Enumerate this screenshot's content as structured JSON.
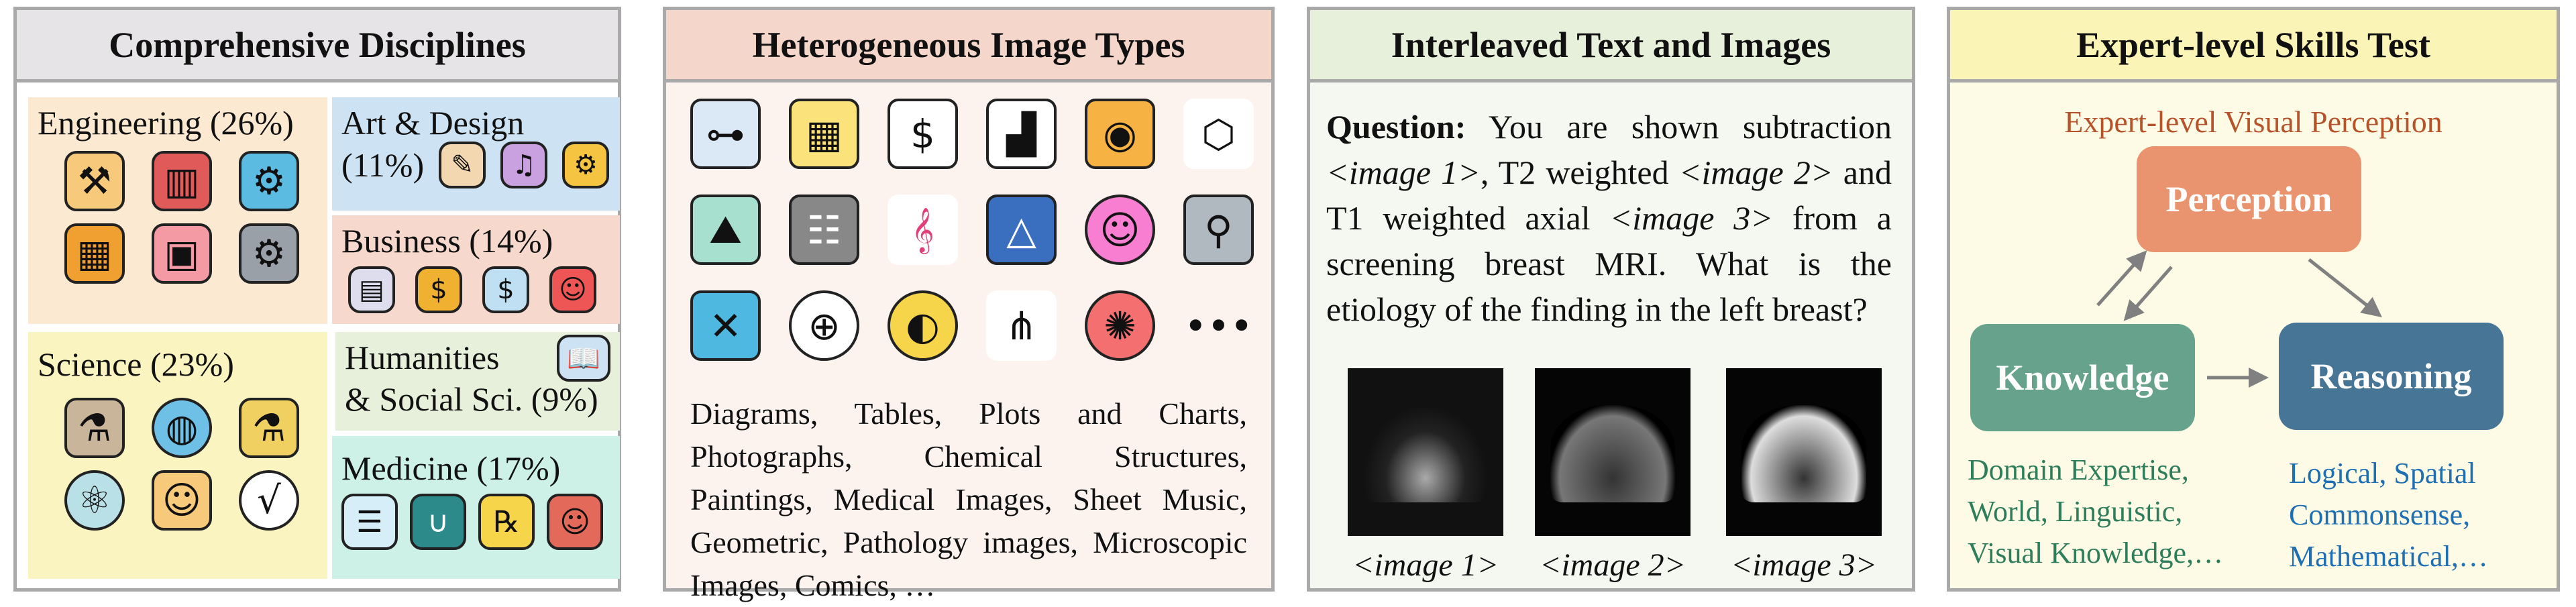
{
  "panels": {
    "disciplines": {
      "title": "Comprehensive Disciplines",
      "regions": {
        "engineering": {
          "label": "Engineering (26%)",
          "icons": [
            "farmer-icon",
            "factory-icon",
            "computer-gear-icon",
            "city-engineer-icon",
            "chip-icon",
            "gears-icon"
          ]
        },
        "art": {
          "label": "Art & Design",
          "pct": "(11%)",
          "icons": [
            "palette-icon",
            "music-notes-icon",
            "gear-pencil-icon"
          ]
        },
        "business": {
          "label": "Business (14%)",
          "icons": [
            "calculator-report-icon",
            "money-chart-icon",
            "money-bag-icon",
            "finance-network-icon"
          ]
        },
        "science": {
          "label": "Science (23%)",
          "icons": [
            "microscope-plant-icon",
            "globe-search-icon",
            "flasks-icon",
            "atom-icon",
            "emotions-head-icon",
            "math-board-icon"
          ]
        },
        "humanities": {
          "label": "Humanities",
          "label2": "& Social Sci. (9%)",
          "icons": [
            "open-book-icon"
          ]
        },
        "medicine": {
          "label": "Medicine (17%)",
          "icons": [
            "ribcage-icon",
            "stethoscope-icon",
            "medicine-jar-icon",
            "patients-group-icon"
          ]
        }
      }
    },
    "image_types": {
      "title": "Heterogeneous Image Types",
      "icons": [
        "flowchart-icon",
        "table-icon",
        "report-chart-icon",
        "line-bar-chart-icon",
        "camera-icon",
        "chemical-structure-icon",
        "painting-easel-icon",
        "xray-icon",
        "sheet-music-icon",
        "geometry-icon",
        "microbe-icon",
        "microscope-icon",
        "map-icon",
        "network-globe-icon",
        "venn-diagram-icon",
        "tree-diagram-icon",
        "molecule-icon",
        "more-icon"
      ],
      "description": "Diagrams, Tables, Plots and Charts, Photographs, Chemical Structures, Paintings, Medical Images, Sheet Music, Geometric, Pathology images, Microscopic Images, Comics, …"
    },
    "interleaved": {
      "title": "Interleaved Text and Images",
      "question_label": "Question:",
      "q1": " You are shown subtraction ",
      "img1": "<image 1>",
      "q2": ", T2 weighted ",
      "img2": "<image 2>",
      "q3": " and T1 weighted axial ",
      "img3": "<image 3>",
      "q4": " from a screening breast MRI. What is the etiology of the finding in the left breast?",
      "captions": [
        "<image 1>",
        "<image 2>",
        "<image 3>"
      ]
    },
    "skills": {
      "title": "Expert-level Skills Test",
      "subtitle": "Expert-level Visual Perception",
      "perception": "Perception",
      "knowledge": "Knowledge",
      "reasoning": "Reasoning",
      "knowledge_desc": [
        "Domain Expertise,",
        "World, Linguistic,",
        "Visual Knowledge,…"
      ],
      "reasoning_desc": [
        "Logical, Spatial",
        "Commonsense,",
        "Mathematical,…"
      ]
    }
  },
  "colors": {
    "perception": "#e9946f",
    "knowledge": "#67a38c",
    "reasoning": "#477596",
    "knowledge_text": "#2e7d5b",
    "reasoning_text": "#1f6fb2",
    "subtitle": "#b5532a"
  }
}
